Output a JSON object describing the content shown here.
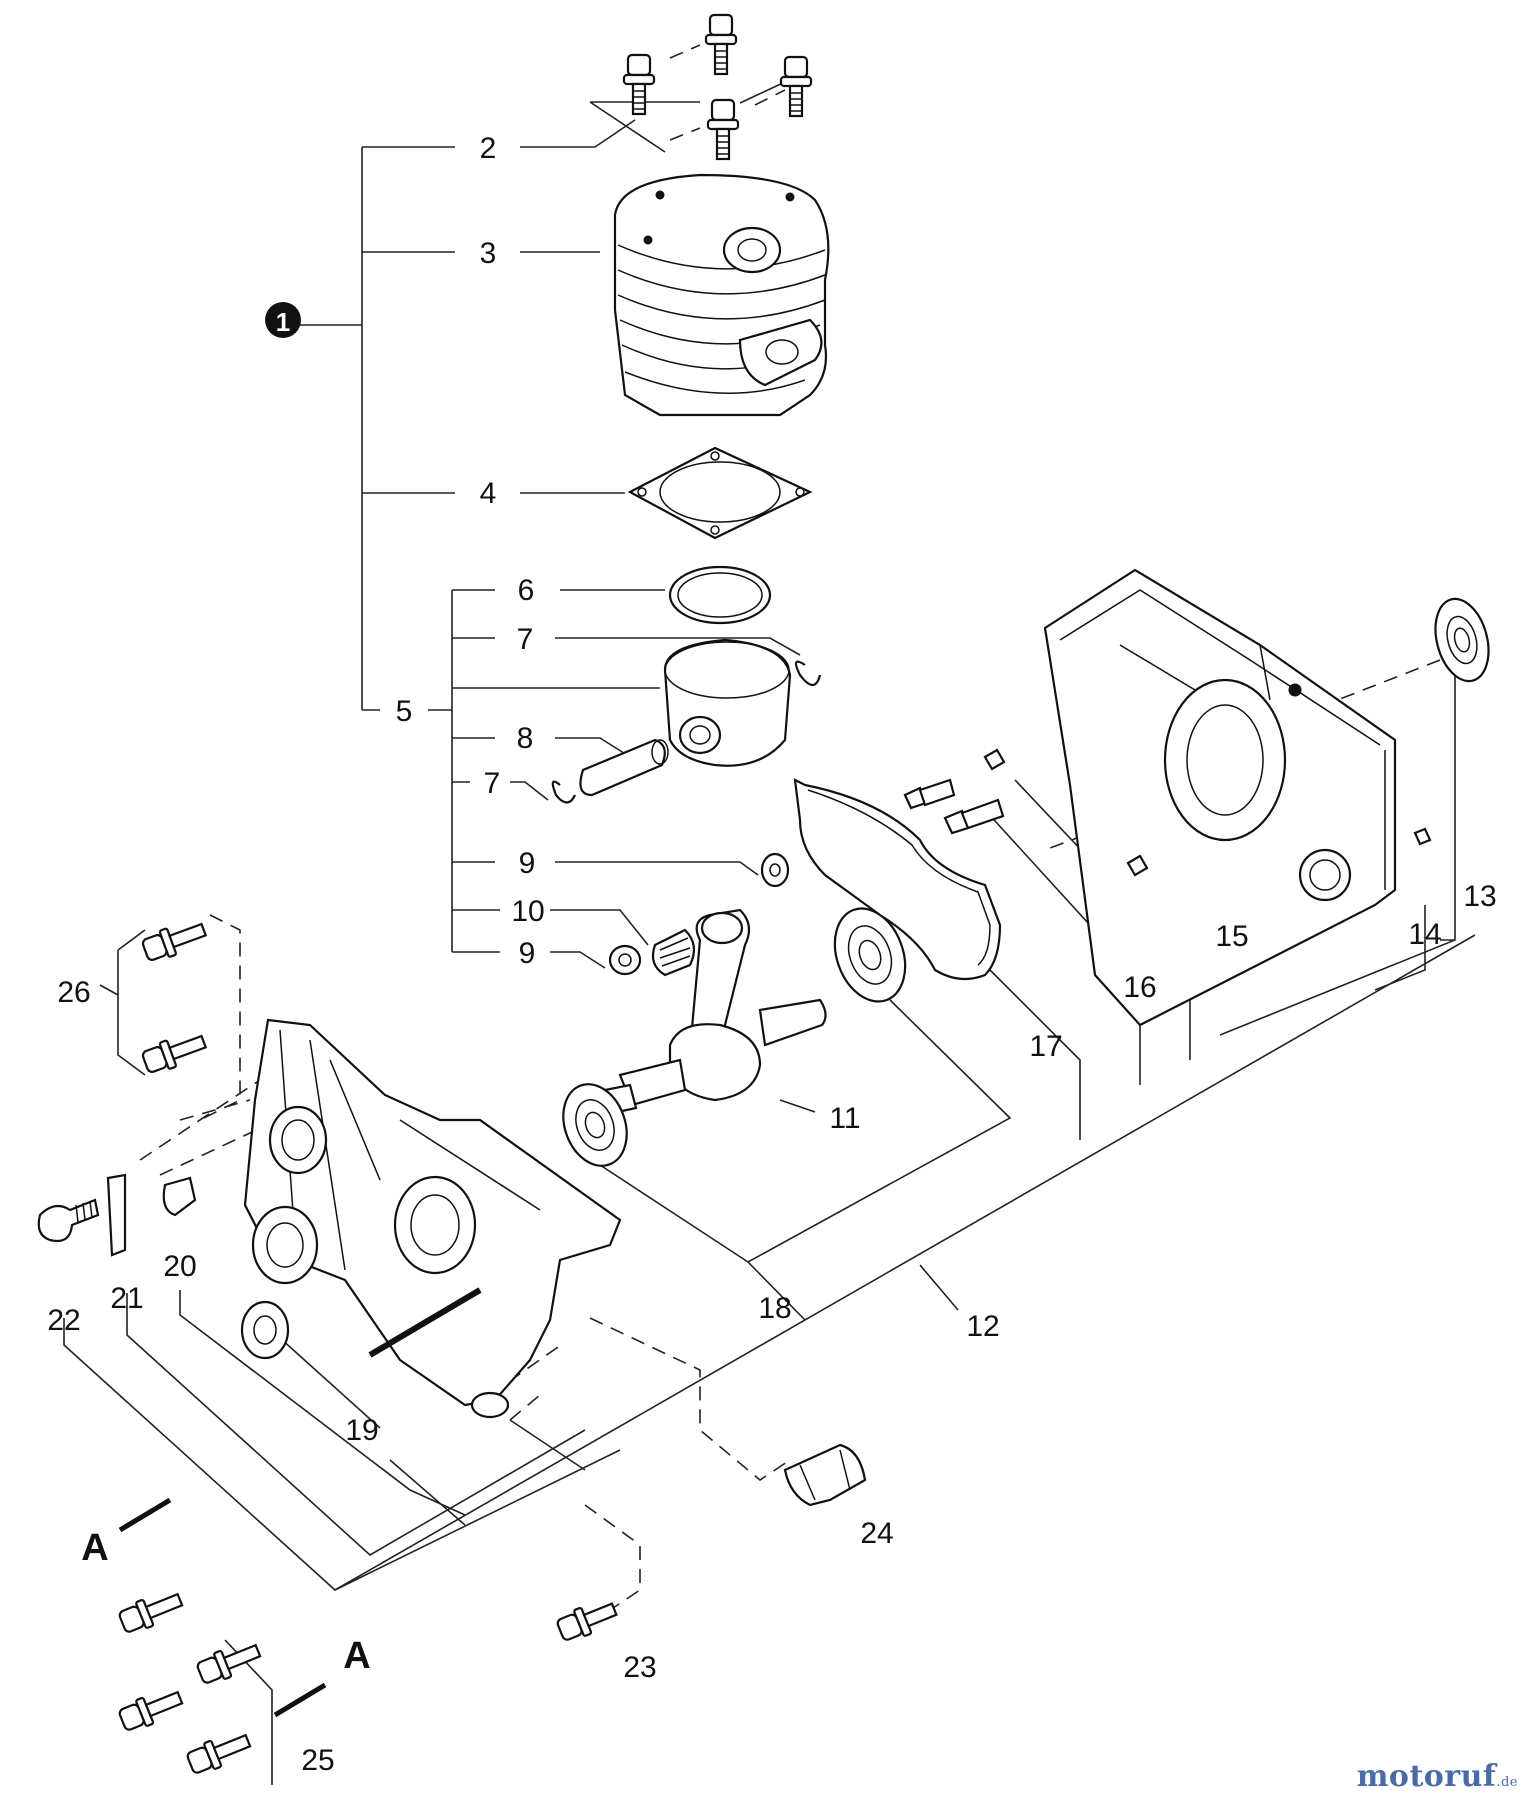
{
  "callouts": {
    "assembly": "1",
    "c2": "2",
    "c3": "3",
    "c4": "4",
    "c5": "5",
    "c6": "6",
    "c7a": "7",
    "c7b": "7",
    "c8": "8",
    "c9a": "9",
    "c9b": "9",
    "c10": "10",
    "c11": "11",
    "c12": "12",
    "c13": "13",
    "c14": "14",
    "c15": "15",
    "c16": "16",
    "c17": "17",
    "c18": "18",
    "c19": "19",
    "c20": "20",
    "c21": "21",
    "c22": "22",
    "c23": "23",
    "c24": "24",
    "c25": "25",
    "c26": "26",
    "marker_a1": "A",
    "marker_a2": "A"
  },
  "watermark": {
    "brand": "motoruf",
    "suffix": ".de",
    "color": "#4a6aa8"
  }
}
